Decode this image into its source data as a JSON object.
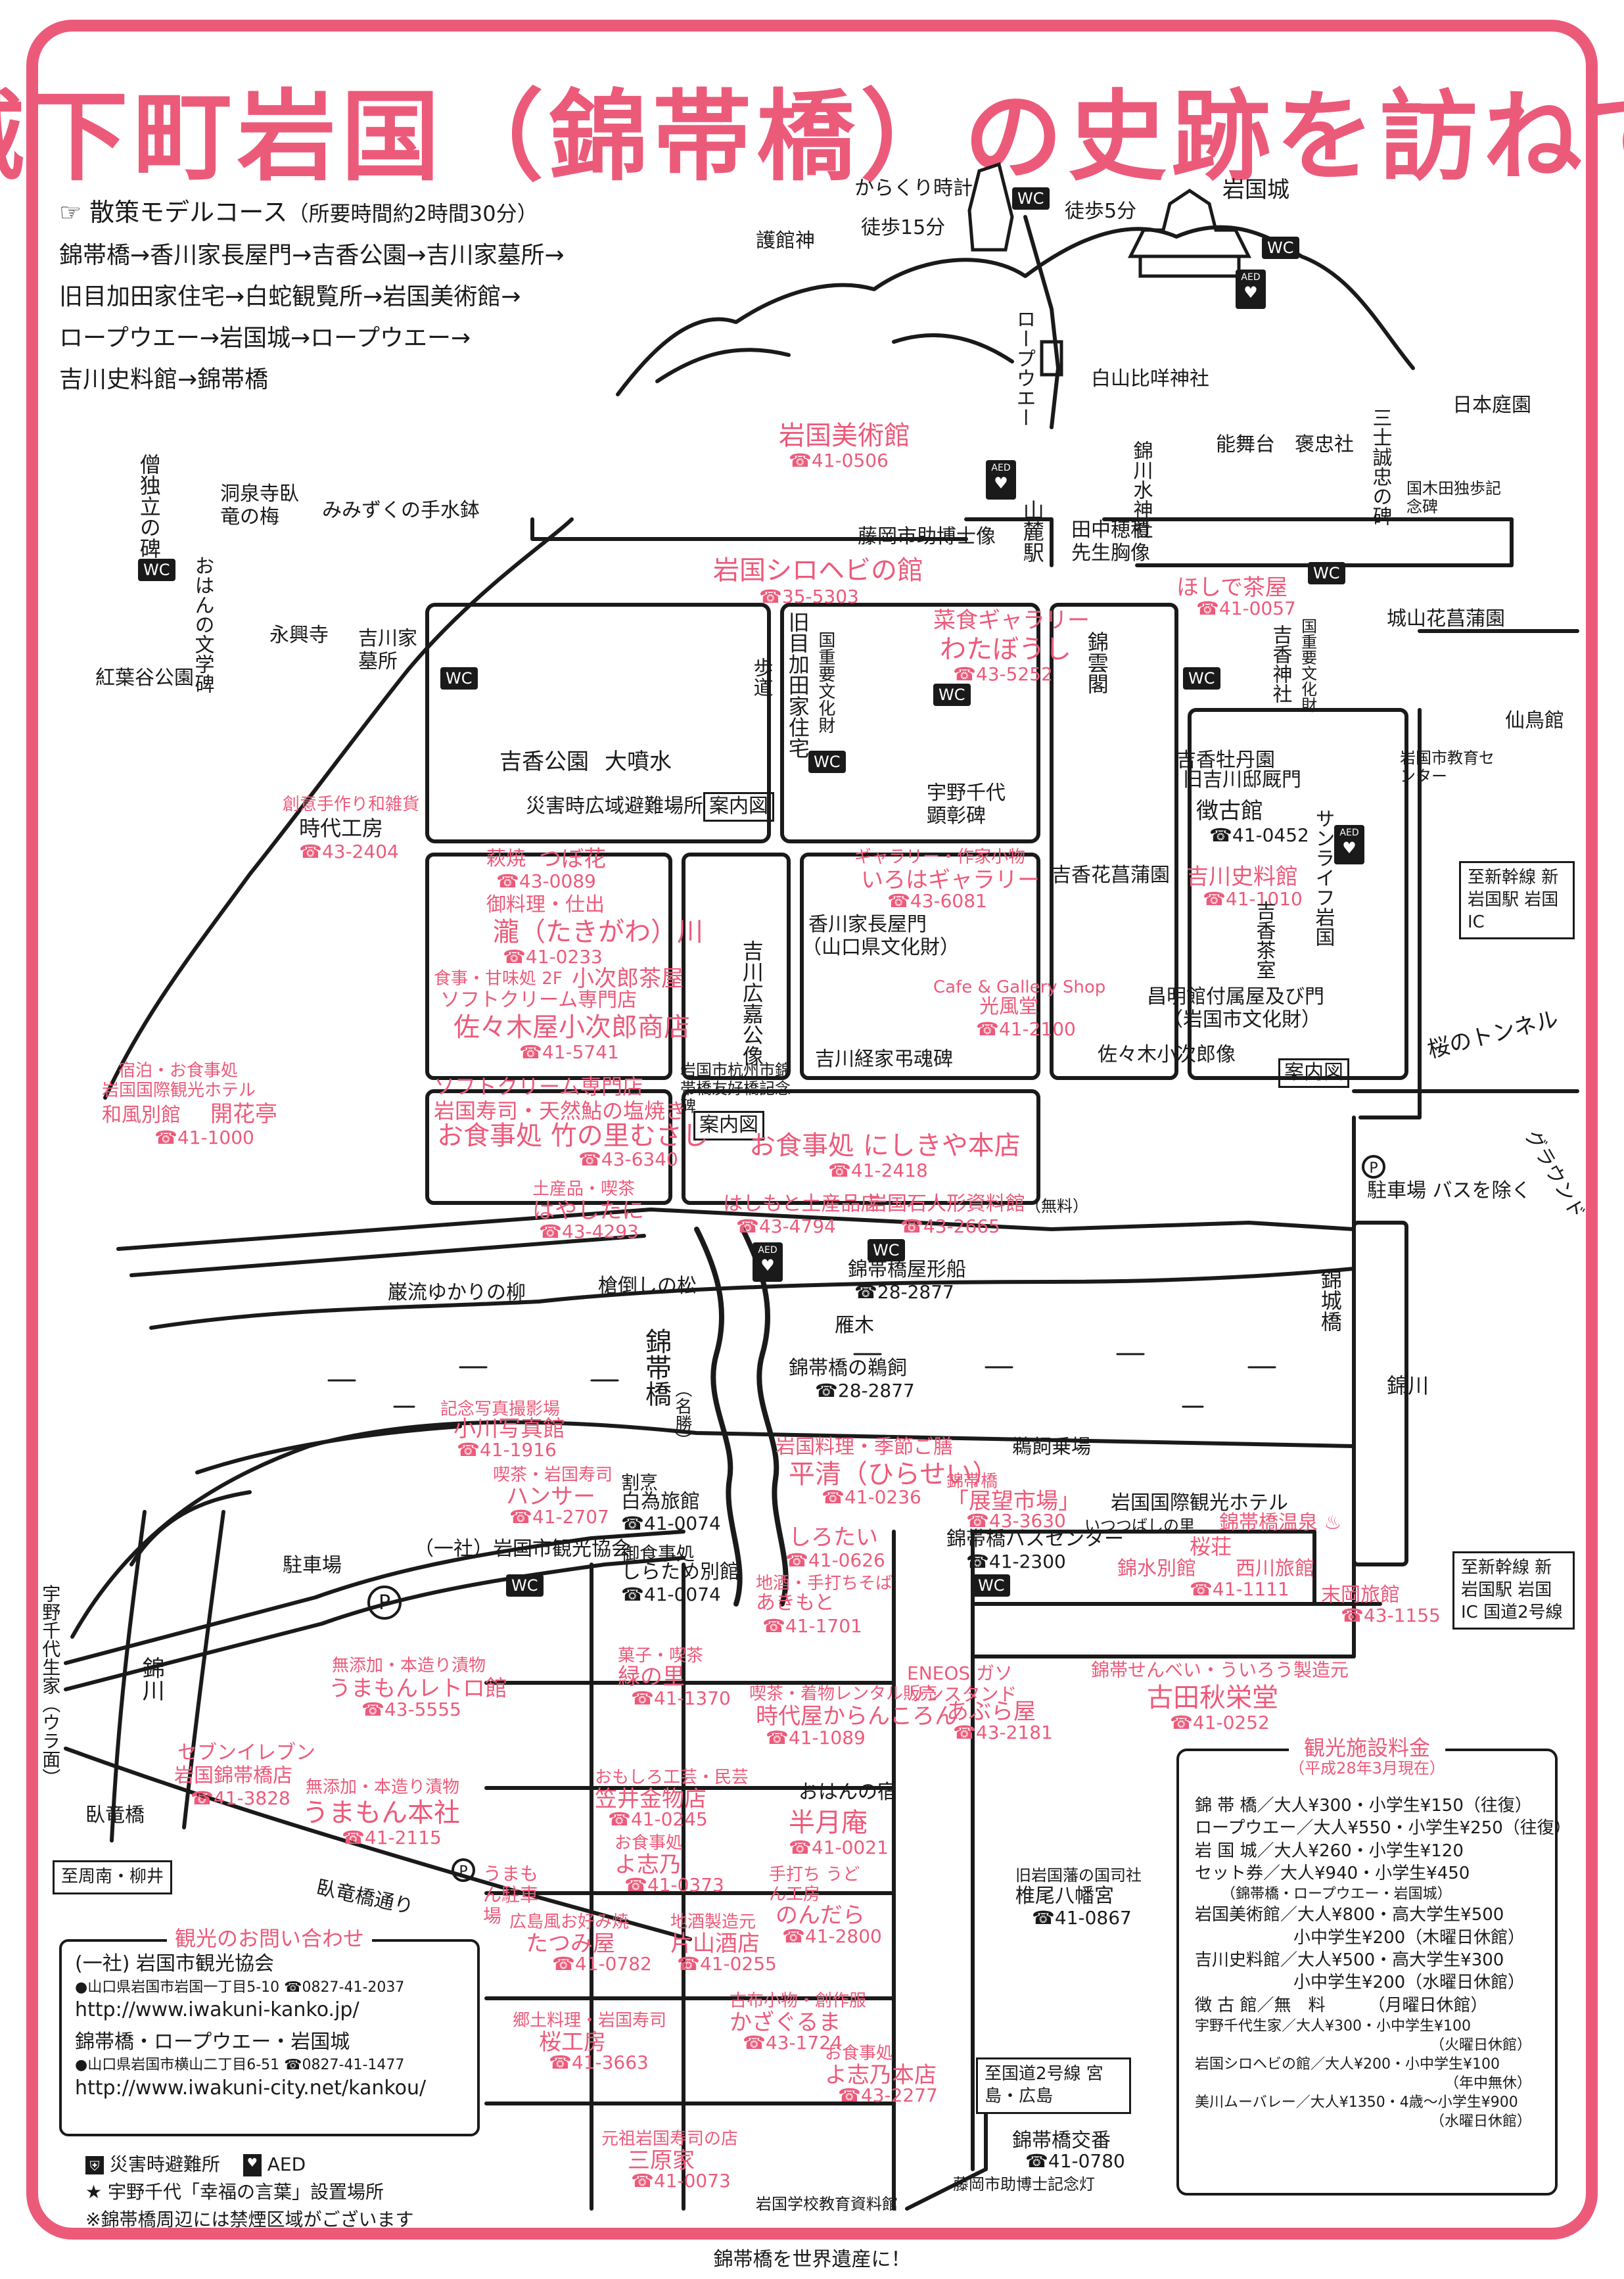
{
  "title": "城下町岩国（錦帯橋）の史跡を訪ねて",
  "course": {
    "heading": "☞ 散策モデルコース",
    "time": "（所要時間約2時間30分）",
    "lines": [
      "錦帯橋→香川家長屋門→吉香公園→吉川家墓所→",
      "旧目加田家住宅→白蛇観覧所→岩国美術館→",
      "ロープウエー→岩国城→ロープウエー→",
      "吉川史料館→錦帯橋"
    ]
  },
  "places": {
    "karakuri": "からくり時計",
    "iwakunijo": "岩国城",
    "toho5": "徒歩5分",
    "toho15": "徒歩15分",
    "gokanjin": "護館神",
    "ropeway": "ロープウエー",
    "shirayama": "白山比咩神社",
    "nihonteien": "日本庭園",
    "nohbutai": "能舞台",
    "hoochusha": "褒忠社",
    "kikkawasui": "錦川水神社",
    "sanzenseichu": "三士誠忠の碑",
    "kunikida": "国木田独歩記念碑",
    "bijutsukan": "岩国美術館",
    "bijutsukan_tel": "☎41-0506",
    "fujioka_zo": "藤岡市助博士像",
    "sanroku": "山麓駅",
    "tanaka": "田中穂積先生胸像",
    "hoshide": "ほしで茶屋",
    "hoshide_tel": "☎41-0057",
    "shirohebi": "岩国シロヘビの館",
    "shirohebi_tel": "☎35-5303",
    "watabousi_sub": "菜食ギャラリー",
    "watabousi": "わたぼうし",
    "watabousi_tel": "☎43-5252",
    "kinunkaku": "錦雲閣",
    "kikkou_jinja": "吉香神社",
    "kuni_juyo": "国重要文化財",
    "shiroyama": "城山花菖蒲園",
    "senchokan": "仙鳥館",
    "kyouiku": "岩国市教育センター",
    "dokuritsu": "僧独立の碑",
    "tousenji": "洞泉寺臥竜の梅",
    "mimizuku": "みみずくの手水鉢",
    "ohan": "おはんの文学碑",
    "koukouji": "永興寺",
    "kikkawa_bosho": "吉川家墓所",
    "kouyoudani": "紅葉谷公園",
    "mekata": "旧目加田家住宅",
    "mekata_sub": "国重要文化財",
    "hodo": "歩道",
    "kikkou_koen": "吉香公園",
    "daifunsui": "大噴水",
    "saigai_hinan": "災害時広域避難場所",
    "annaizu": "案内図",
    "uno_kenshou": "宇野千代顕彰碑",
    "kikkoubotan": "吉香牡丹園",
    "kikkawa_teiato": "旧吉川邸厩門",
    "chokokan": "徴古館",
    "chokokan_tel": "☎41-0452",
    "sunlife": "サンライフ岩国",
    "shinkansen1": "至新幹線 新岩国駅 岩国IC",
    "kikkou_hanashobu": "吉香花菖蒲園",
    "shiryoukan": "吉川史料館",
    "shiryoukan_tel": "☎41-1010",
    "kikkou_chashitsu": "吉香茶室",
    "shomeikan": "昌明館付属屋及び門",
    "shomeikan_sub": "（岩国市文化財）",
    "sasaki_zo": "佐々木小次郎像",
    "sakura_tunnel": "桜のトンネル",
    "annai2": "案内図",
    "ground": "グラウンド",
    "parking": "駐車場 バスを除く",
    "kintaibashi_bridge_label": "錦城橋",
    "nishiki_river": "錦川",
    "jidaikobo_sub": "創意手作り和雑貨",
    "jidaikobo": "時代工房",
    "jidaikobo_tel": "☎43-2404",
    "tsubohana_sub": "萩焼",
    "tsubohana": "つぼ花",
    "tsubohana_tel": "☎43-0089",
    "takigawa_sub": "御料理・仕出",
    "takigawa": "瀧（たきがわ）川",
    "takigawa_tel": "☎41-0233",
    "kojiro_chaya_sub": "食事・甘味処 2F",
    "kojiro_chaya": "小次郎茶屋",
    "softcream": "ソフトクリーム専門店",
    "sasakiya": "佐々木屋小次郎商店",
    "sasakiya_tel": "☎41-5741",
    "iroha_sub": "ギャラリー・作家小物",
    "iroha": "いろはギャラリー",
    "iroha_tel": "☎43-6081",
    "kagawa": "香川家長屋門",
    "kagawa_sub": "（山口県文化財）",
    "kikkawa_hiroie": "吉川広嘉公像",
    "kuushou_sub": "Cafe & Gallery Shop",
    "kuushou": "光風堂",
    "kuushou_tel": "☎41-2100",
    "tsunesane": "吉川経家弔魂碑",
    "hangzhou": "岩国市杭州市錦帯橋友好橋記念碑",
    "annai3": "案内図",
    "kaikatei_sub1": "宿泊・お食事処",
    "kaikatei_sub2": "岩国国際観光ホテル",
    "kaikatei_sub3": "和風別館",
    "kaikatei": "開花亭",
    "kaikatei_tel": "☎41-1000",
    "musashi_sub1": "ソフトクリーム専門店",
    "musashi_sub2": "岩国寿司・天然鮎の塩焼き",
    "musashi": "お食事処 竹の里むさし",
    "musashi_tel": "☎43-6340",
    "nishikiya": "お食事処 にしきや本店",
    "nishikiya_tel": "☎41-2418",
    "hayashitani_sub": "土産品・喫茶",
    "hayashitani": "はやしたに",
    "hayashitani_tel": "☎43-4293",
    "hashimoto": "はしもと土産品店",
    "hashimoto_tel": "☎43-4794",
    "ningyou": "岩国石人形資料館",
    "ningyou_sub": "（無料）",
    "ningyou_tel": "☎43-2665",
    "yakata_bune": "錦帯橋屋形船",
    "yakata_tel": "☎28-2877",
    "yanagi": "巌流ゆかりの柳",
    "sakasa_matsu": "槍倒しの松",
    "ganki": "雁木",
    "ukai": "錦帯橋の鵜飼",
    "ukai_tel": "☎28-2877",
    "kintaikyo": "錦帯橋",
    "meisho": "（名勝）",
    "ogawa_sub": "記念写真撮影場",
    "ogawa": "小川写真館",
    "ogawa_tel": "☎41-1916",
    "hansa_sub": "喫茶・岩国寿司",
    "hansa": "ハンサー",
    "hansa_tel": "☎41-2707",
    "hakuun_sub": "割烹",
    "hakuun": "白為旅館",
    "hakuun_tel": "☎41-0074",
    "shiratame_sub": "御食事処",
    "shiratame": "しらため別館",
    "shiratame_tel": "☎41-0074",
    "kankoukyoukai": "（一社）岩国市観光協会",
    "hiraseki_sub": "岩国料理・季節ご膳",
    "hiraseki": "平清（ひらせい）",
    "hiraseki_tel": "☎41-0236",
    "ukaiba": "鵜飼乗場",
    "tenbou_sub": "錦帯橋",
    "tenbou": "「展望市場」",
    "tenbou_tel": "☎43-3630",
    "bus_center": "錦帯橋バスセンター",
    "bus_tel": "☎41-2300",
    "hotel": "岩国国際観光ホテル",
    "onsen": "錦帯橋温泉 ♨",
    "itsutsubashi": "いつつばしの里",
    "sakuraso": "桜荘",
    "kinsuikan": "錦水別館",
    "nishikawa": "西川旅館",
    "hotel_tel": "☎41-1111",
    "sueoka": "末岡旅館",
    "sueoka_tel": "☎43-1155",
    "shinkansen2": "至新幹線 新岩国駅 岩国IC 国道2号線",
    "shirodai": "しろたい",
    "shirodai_tel": "☎41-0626",
    "akimoto_sub": "地酒・手打ちそば",
    "akimoto": "あきもと",
    "akimoto_tel": "☎41-1701",
    "midori_sub": "菓子・喫茶",
    "midori": "緑の里",
    "midori_tel": "☎41-1370",
    "karankoron_sub": "喫茶・着物レンタル販売",
    "karankoron": "時代屋からんころん",
    "karankoron_tel": "☎41-1089",
    "eneos": "ENEOS ガソリンスタンド",
    "abura": "あぶら屋",
    "abura_tel": "☎43-2181",
    "uirou_sub": "錦帯せんべい・ういろう製造元",
    "furuta": "古田秋栄堂",
    "furuta_tel": "☎41-0252",
    "parking2": "駐車場",
    "uno_seika": "宇野千代生家（ウラ面）",
    "nishiki2": "錦川",
    "umamon_leto_sub": "無添加・本造り漬物",
    "umamon_leto": "うまもんレトロ館",
    "umamon_leto_tel": "☎43-5555",
    "seven_sub": "セブンイレブン",
    "seven": "岩国錦帯橋店",
    "seven_tel": "☎41-3828",
    "umamon_honsha_sub": "無添加・本造り漬物",
    "umamon_honsha": "うまもん本社",
    "umamon_honsha_tel": "☎41-2115",
    "umamon_park": "うまもん駐車場",
    "kasai_sub": "おもしろ工芸・民芸",
    "kasai": "笠井金物店",
    "kasai_tel": "☎41-0245",
    "yoshiei_sub": "お食事処",
    "yoshiei": "よ志乃",
    "yoshiei_tel": "☎41-0373",
    "ohan_yado": "おはんの宿",
    "hangetsuan": "半月庵",
    "hangetsuan_tel": "☎41-0021",
    "nonkura_sub": "手打ち うどん工房",
    "nonkura": "のんだら",
    "nonkura_tel": "☎41-2800",
    "tatsumiya_sub": "広島風お好み焼",
    "tatsumiya": "たつみ屋",
    "tatsumiya_tel": "☎41-0782",
    "katayama_sub": "地酒製造元",
    "katayama": "片山酒店",
    "katayama_tel": "☎41-0255",
    "kazaguruma_sub": "古布小物・創作服",
    "kazaguruma": "かざぐるま",
    "kazaguruma_tel": "☎43-1724",
    "yoshiei_honten_sub": "お食事処",
    "yoshiei_honten": "よ志乃本店",
    "yoshiei_honten_tel": "☎43-2277",
    "sakurakobo_sub": "郷土料理・岩国寿司",
    "sakurakobo": "桜工房",
    "sakurakobo_tel": "☎41-3663",
    "mikyuya_sub": "元祖岩国寿司の店",
    "mikyuya": "三原家",
    "mikyuya_tel": "☎41-0073",
    "shiiohachiman_sub": "旧岩国藩の国司社",
    "shiiohachiman": "椎尾八幡宮",
    "shiiohachiman_tel": "☎41-0867",
    "kokudo": "至国道2号線 宮島・広島",
    "koban": "錦帯橋交番",
    "koban_tel": "☎41-0780",
    "fujioka_kinen": "藤岡市助博士記念灯",
    "gakko": "岩国学校教育資料館",
    "gagyou": "臥竜橋",
    "gagyou_dori": "臥竜橋通り",
    "shuunan": "至周南・柳井",
    "wc": "WC",
    "aed": "AED",
    "nishiki3": "錦川",
    "kintai_legend": "錦帯橋"
  },
  "contact": {
    "title": "観光のお問い合わせ",
    "org1": "(一社) 岩国市観光協会",
    "addr1": "●山口県岩国市岩国一丁目5-10 ☎0827-41-2037",
    "url1": "http://www.iwakuni-kanko.jp/",
    "org2": "錦帯橋・ロープウエー・岩国城",
    "addr2": "●山口県岩国市横山二丁目6-51 ☎0827-41-1477",
    "url2": "http://www.iwakuni-city.net/kankou/"
  },
  "fees": {
    "title": "観光施設料金",
    "date": "（平成28年3月現在）",
    "rows": [
      "錦 帯 橋／大人¥300・小学生¥150（往復）",
      "ロープウエー／大人¥550・小学生¥250（往復）",
      "岩 国 城／大人¥260・小学生¥120",
      "セット券／大人¥940・小学生¥450",
      "（錦帯橋・ロープウエー・岩国城）",
      "岩国美術館／大人¥800・高大学生¥500",
      "小中学生¥200（木曜日休館）",
      "吉川史料館／大人¥500・高大学生¥300",
      "小中学生¥200（水曜日休館）",
      "徴 古 館／無　料　　　（月曜日休館）",
      "宇野千代生家／大人¥300・小中学生¥100",
      "（火曜日休館）",
      "岩国シロヘビの館／大人¥200・小中学生¥100",
      "（年中無休）",
      "美川ムーバレー／大人¥1350・4歳～小学生¥900",
      "（水曜日休館）"
    ]
  },
  "legend": {
    "hinan": "災害時避難所",
    "aed": "AED",
    "star": "★ 宇野千代「幸福の言葉」設置場所",
    "kinen": "※錦帯橋周辺には禁煙区域がございます"
  },
  "footer": "錦帯橋を世界遺産に！",
  "colors": {
    "accent": "#ec5a7a",
    "ink": "#1a1a1a"
  }
}
